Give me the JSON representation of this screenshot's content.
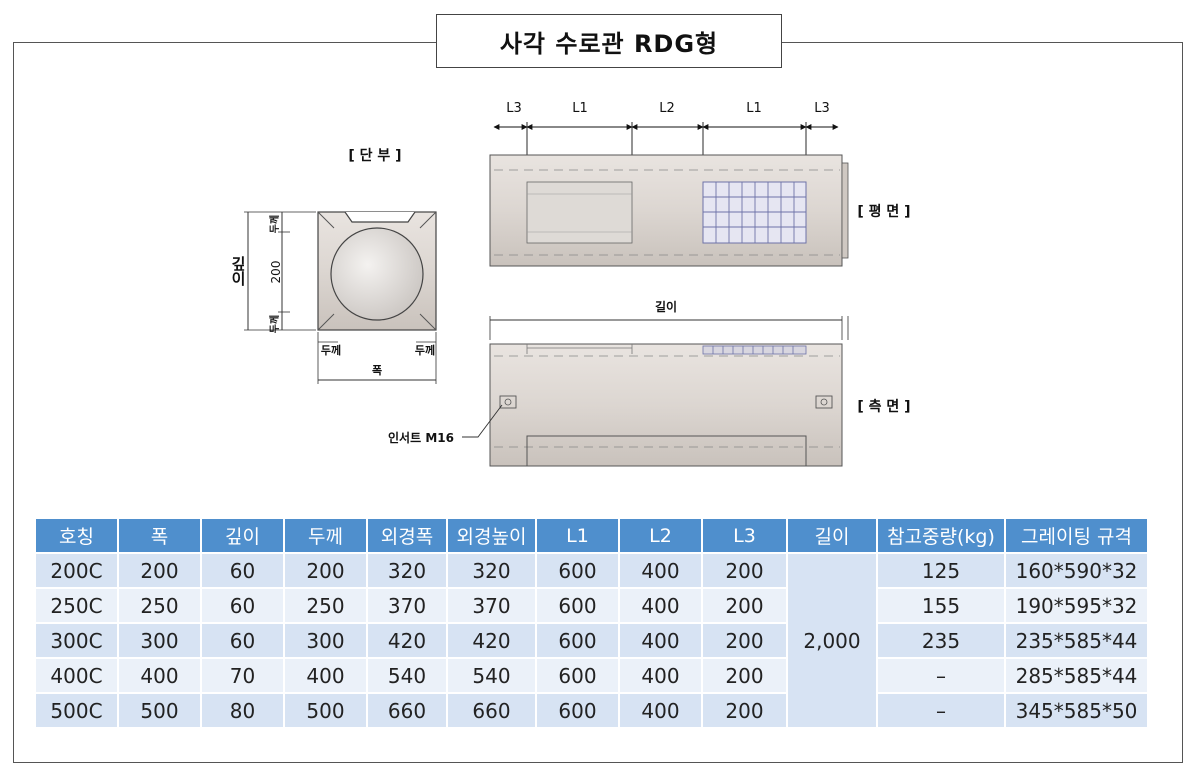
{
  "title": "사각 수로관 RDG형",
  "drawing": {
    "section_label": "[ 단 부 ]",
    "plan_label": "[ 평 면 ]",
    "side_label": "[ 측 면 ]",
    "depth_label": "깊이",
    "depth_value": "200",
    "thickness_label": "두께",
    "width_label": "폭",
    "length_label": "길이",
    "insert_label": "인서트 M16",
    "dims": [
      "L3",
      "L1",
      "L2",
      "L1",
      "L3"
    ]
  },
  "table": {
    "headers": [
      "호칭",
      "폭",
      "깊이",
      "두께",
      "외경폭",
      "외경높이",
      "L1",
      "L2",
      "L3",
      "길이",
      "참고중량(kg)",
      "그레이팅 규격"
    ],
    "rows": [
      {
        "name": "200C",
        "w": "200",
        "d": "60",
        "t": "200",
        "ow": "320",
        "oh": "320",
        "l1": "600",
        "l2": "400",
        "l3": "200",
        "wt": "125",
        "grating": "160*590*32"
      },
      {
        "name": "250C",
        "w": "250",
        "d": "60",
        "t": "250",
        "ow": "370",
        "oh": "370",
        "l1": "600",
        "l2": "400",
        "l3": "200",
        "wt": "155",
        "grating": "190*595*32"
      },
      {
        "name": "300C",
        "w": "300",
        "d": "60",
        "t": "300",
        "ow": "420",
        "oh": "420",
        "l1": "600",
        "l2": "400",
        "l3": "200",
        "wt": "235",
        "grating": "235*585*44"
      },
      {
        "name": "400C",
        "w": "400",
        "d": "70",
        "t": "400",
        "ow": "540",
        "oh": "540",
        "l1": "600",
        "l2": "400",
        "l3": "200",
        "wt": "–",
        "grating": "285*585*44"
      },
      {
        "name": "500C",
        "w": "500",
        "d": "80",
        "t": "500",
        "ow": "660",
        "oh": "660",
        "l1": "600",
        "l2": "400",
        "l3": "200",
        "wt": "–",
        "grating": "345*585*50"
      }
    ],
    "length_value": "2,000"
  }
}
